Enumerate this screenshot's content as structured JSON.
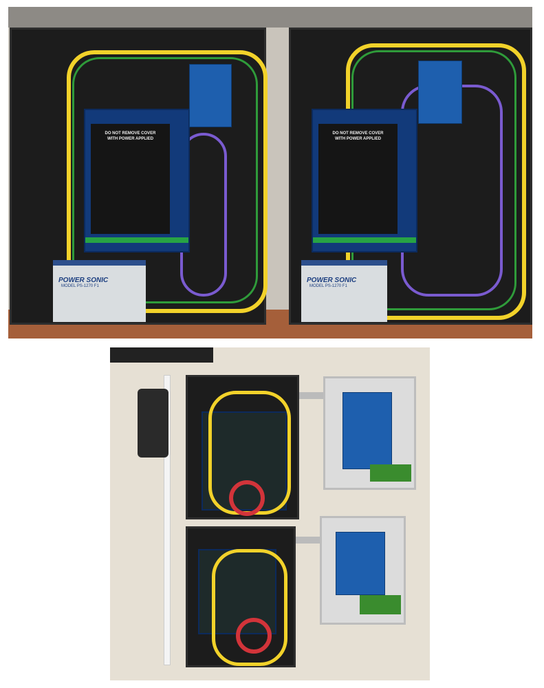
{
  "top_photo": {
    "left_panel": {
      "cover_text": [
        "DO NOT REMOVE COVER",
        "WITH POWER APPLIED"
      ],
      "battery": {
        "brand": "POWER SONIC",
        "model": "MODEL PS-1270 F1"
      }
    },
    "right_panel": {
      "cover_text": [
        "DO NOT REMOVE COVER",
        "WITH POWER APPLIED"
      ],
      "battery": {
        "brand": "POWER SONIC",
        "model": "MODEL PS-1270 F1"
      }
    }
  },
  "bottom_photo": {},
  "colors": {
    "enclosure": "#1c1c1c",
    "board": "#123a7a",
    "wire_yellow": "#f2d22a",
    "wire_green": "#2f9b3a",
    "wire_purple": "#7a5bd0",
    "wire_red": "#d2343a"
  }
}
